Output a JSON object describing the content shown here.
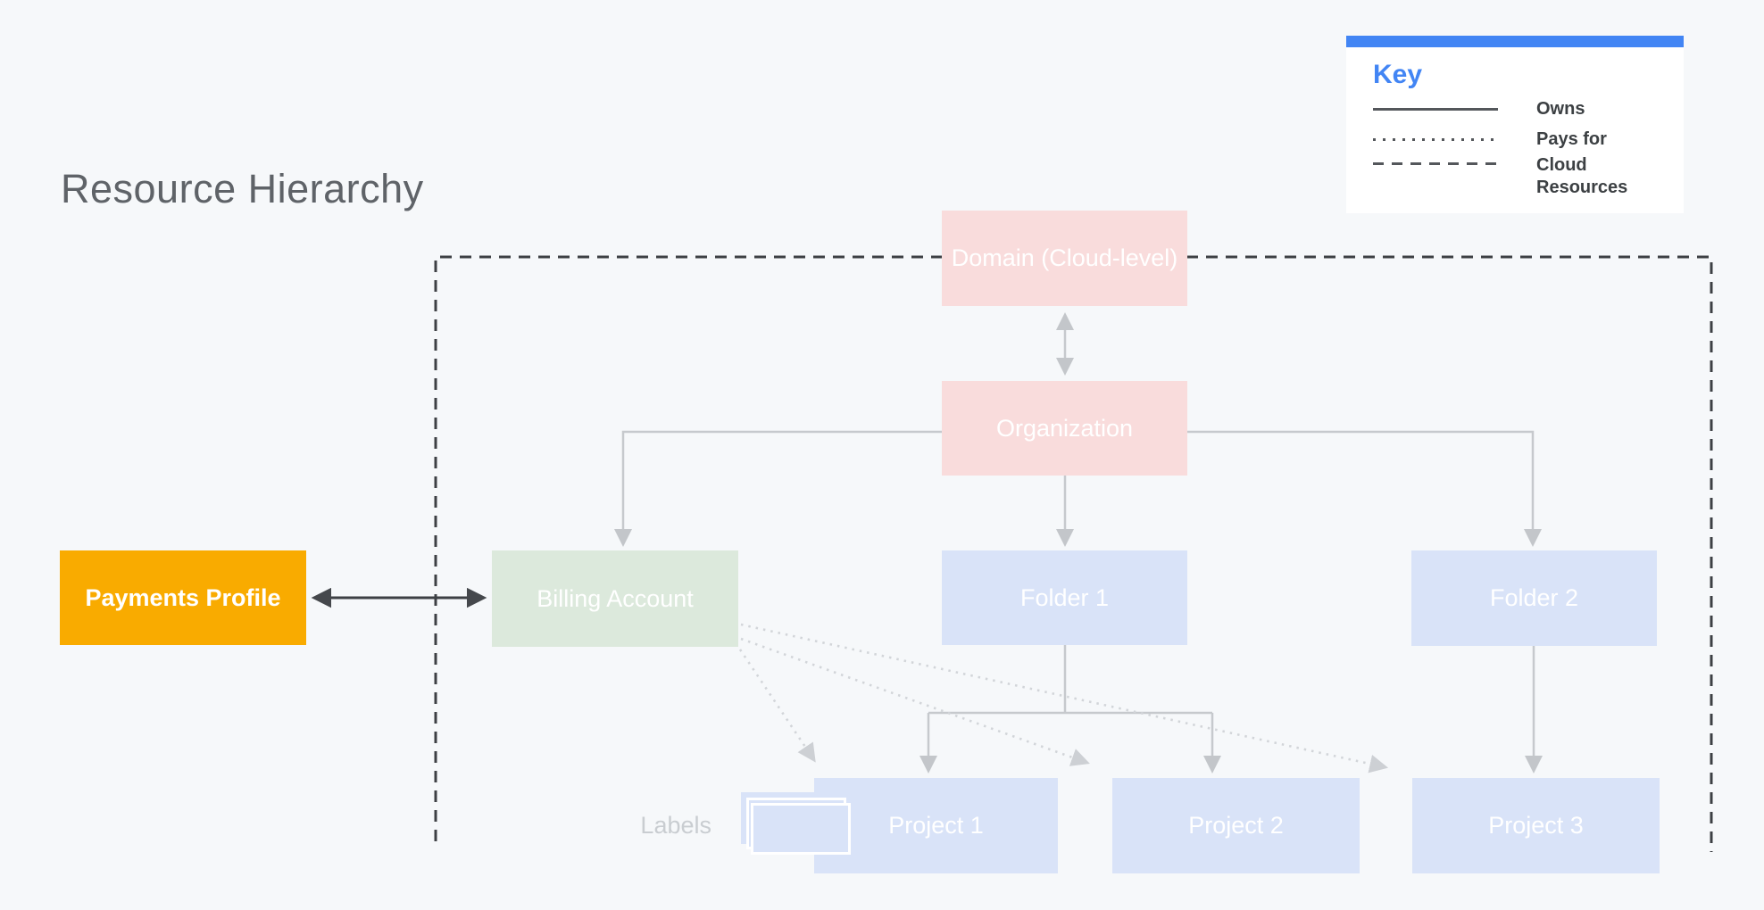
{
  "title": "Resource Hierarchy",
  "legend": {
    "heading": "Key",
    "items": [
      {
        "style": "solid",
        "label": "Owns"
      },
      {
        "style": "dotted",
        "label": "Pays for"
      },
      {
        "style": "dashed",
        "label": "Cloud Resources"
      }
    ]
  },
  "nodes": {
    "domain": {
      "label": "Domain (Cloud-level)",
      "color": "#f9dcdc"
    },
    "organization": {
      "label": "Organization",
      "color": "#f9dcdc"
    },
    "billing_account": {
      "label": "Billing Account",
      "color": "#dce9dc"
    },
    "folder1": {
      "label": "Folder 1",
      "color": "#d9e3f8"
    },
    "folder2": {
      "label": "Folder 2",
      "color": "#d9e3f8"
    },
    "project1": {
      "label": "Project 1",
      "color": "#d9e3f8"
    },
    "project2": {
      "label": "Project 2",
      "color": "#d9e3f8"
    },
    "project3": {
      "label": "Project 3",
      "color": "#d9e3f8"
    },
    "payments_profile": {
      "label": "Payments Profile",
      "color": "#f9ab00"
    },
    "labels_tag": {
      "label": "Labels"
    }
  },
  "colors": {
    "background": "#f6f8fa",
    "title_text": "#5f6368",
    "pink_box": "#f9dcdc",
    "green_box": "#dce9dc",
    "blue_box": "#d9e3f8",
    "yellow_box": "#f9ab00",
    "box_text": "#ffffff",
    "legend_bar": "#4285f4",
    "legend_heading": "#4285f4",
    "legend_text": "#3c4043",
    "legend_line": "#54575b",
    "dark_line": "#3d4044",
    "light_line": "#c6c9cd",
    "dotted_line": "#d2d5d9",
    "labels_text": "#c9cdd1"
  }
}
